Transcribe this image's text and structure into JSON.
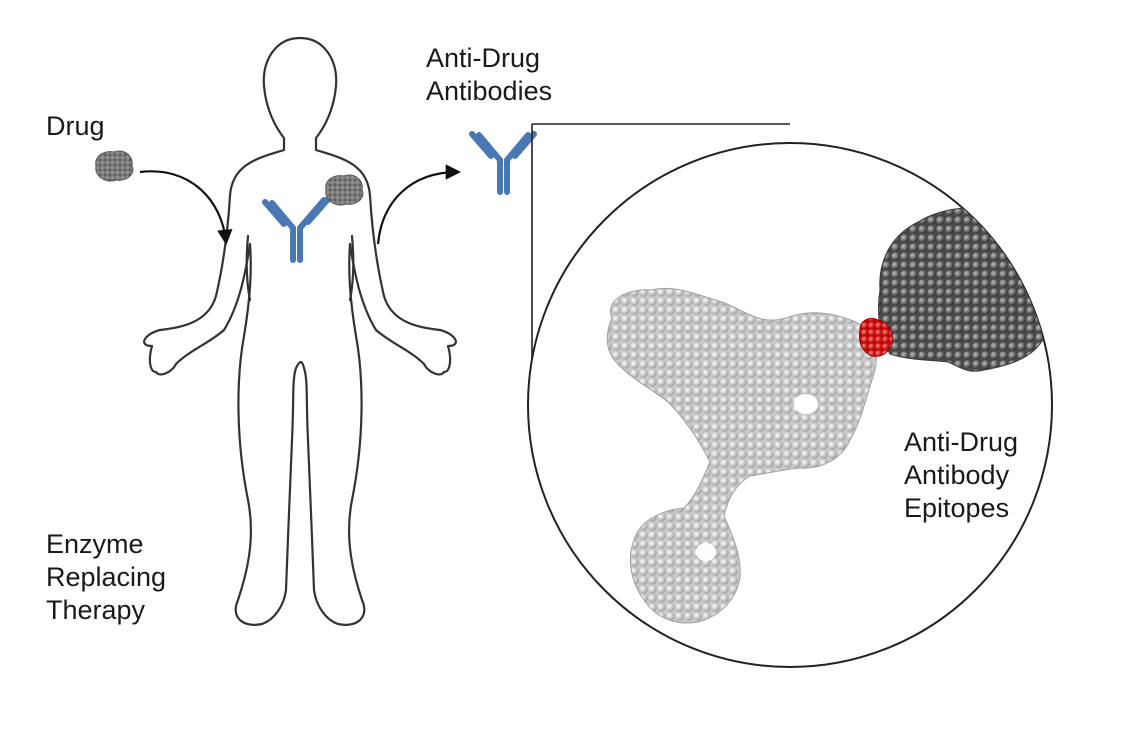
{
  "labels": {
    "drug": "Drug",
    "anti_drug_antibodies": [
      "Anti-Drug",
      "Antibodies"
    ],
    "therapy": [
      "Enzyme",
      "Replacing",
      "Therapy"
    ],
    "epitopes": [
      "Anti-Drug",
      "Antibody",
      "Epitopes"
    ]
  },
  "colors": {
    "antibody_icon": "#4a78b5",
    "drug_protein": "#6e6e6e",
    "antibody_structure": "#d0d0d0",
    "drug_structure": "#5f5f5f",
    "epitope": "#e11b1b",
    "outline": "#333333"
  },
  "icons": [
    "drug-protein-icon",
    "antibody-icon",
    "human-body-outline",
    "zoom-circle",
    "arrow-icon"
  ]
}
